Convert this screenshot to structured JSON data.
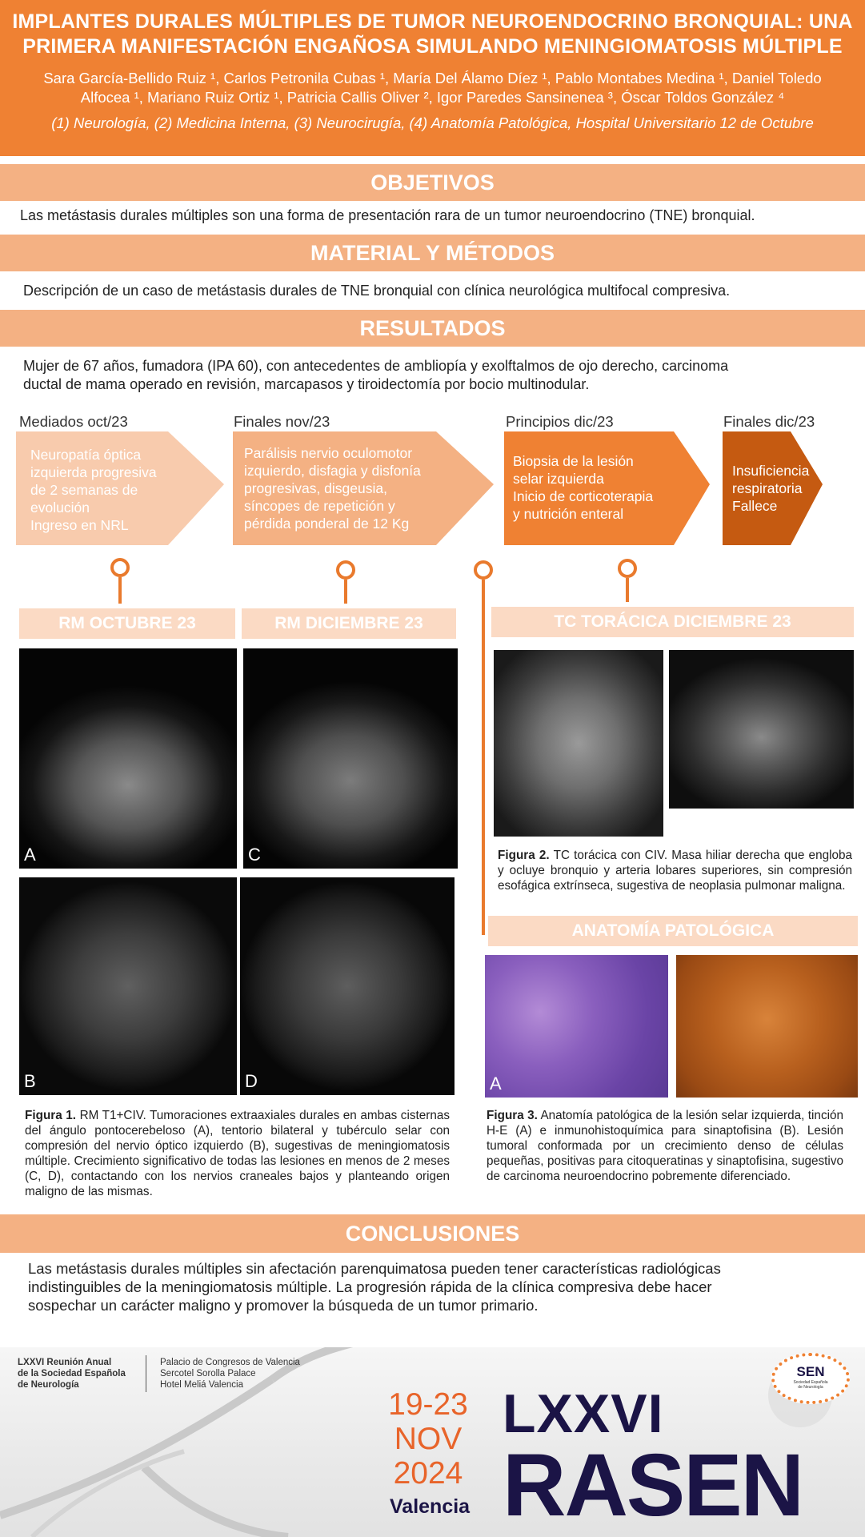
{
  "header": {
    "title_line1": "IMPLANTES DURALES MÚLTIPLES DE TUMOR NEUROENDOCRINO BRONQUIAL: UNA",
    "title_line2": "PRIMERA MANIFESTACIÓN ENGAÑOSA SIMULANDO MENINGIOMATOSIS MÚLTIPLE",
    "authors_line1": "Sara García-Bellido Ruiz ¹, Carlos Petronila Cubas ¹, María Del Álamo Díez ¹, Pablo Montabes Medina ¹, Daniel Toledo",
    "authors_line2": "Alfocea ¹, Mariano Ruiz Ortiz ¹, Patricia Callis Oliver ², Igor Paredes Sansinenea ³, Óscar Toldos González ⁴",
    "affiliations": "(1)  Neurología, (2) Medicina Interna, (3) Neurocirugía, (4) Anatomía Patológica, Hospital Universitario 12 de Octubre"
  },
  "objetivos": {
    "heading": "OBJETIVOS",
    "text": "Las metástasis durales múltiples son una forma de presentación rara de un tumor neuroendocrino (TNE) bronquial."
  },
  "metodos": {
    "heading": "MATERIAL Y MÉTODOS",
    "text": "Descripción de un caso de metástasis durales de TNE bronquial con clínica neurológica multifocal compresiva."
  },
  "resultados": {
    "heading": "RESULTADOS",
    "text_line1": "Mujer de 67 años, fumadora (IPA 60), con antecedentes de ambliopía y exolftalmos de ojo derecho, carcinoma",
    "text_line2": "ductal de mama operado en revisión, marcapasos y tiroidectomía por bocio multinodular."
  },
  "timeline": [
    {
      "date": "Mediados oct/23",
      "lines": [
        "Neuropatía óptica",
        "izquierda progresiva",
        "de 2 semanas de",
        "evolución",
        "Ingreso en NRL"
      ],
      "color": "#f8cbad"
    },
    {
      "date": "Finales nov/23",
      "lines": [
        "Parálisis nervio oculomotor",
        "izquierdo, disfagia y disfonía",
        "progresivas, disgeusia,",
        "síncopes de repetición y",
        "pérdida ponderal de 12 Kg"
      ],
      "color": "#f4b183"
    },
    {
      "date": "Principios dic/23",
      "lines": [
        "Biopsia de la lesión",
        "selar izquierda",
        "Inicio de corticoterapia",
        "y nutrición enteral"
      ],
      "color": "#ef8133"
    },
    {
      "date": "Finales dic/23",
      "lines": [
        "Insuficiencia",
        "respiratoria",
        "Fallece"
      ],
      "color": "#c55a11"
    }
  ],
  "figures": {
    "rm_oct_label": "RM OCTUBRE 23",
    "rm_dic_label": "RM DICIEMBRE 23",
    "tc_label": "TC TORÁCICA DICIEMBRE 23",
    "ap_label": "ANATOMÍA PATOLÓGICA",
    "letters": {
      "a": "A",
      "b": "B",
      "c": "C",
      "d": "D",
      "ap_a": "A"
    },
    "fig1_bold": "Figura 1.",
    "fig1_text": " RM T1+CIV. Tumoraciones extraaxiales durales en ambas cisternas del ángulo pontocerebeloso (A), tentorio bilateral y tubérculo selar con compresión del nervio óptico izquierdo (B), sugestivas de meningiomatosis múltiple. Crecimiento significativo de todas las lesiones en menos de 2 meses (C, D), contactando con los nervios craneales bajos y planteando origen maligno de las mismas.",
    "fig2_bold": "Figura 2.",
    "fig2_text": " TC torácica con CIV. Masa hiliar derecha que engloba y ocluye bronquio y arteria lobares superiores, sin compresión esofágica extrínseca, sugestiva de neoplasia pulmonar maligna.",
    "fig3_bold": "Figura 3.",
    "fig3_text": " Anatomía patológica de la lesión selar izquierda, tinción H-E (A) e inmunohistoquímica para sinaptofisina (B). Lesión tumoral conformada por un crecimiento denso de células pequeñas, positivas para citoqueratinas y sinaptofisina, sugestivo de carcinoma neuroendocrino pobremente diferenciado."
  },
  "conclusiones": {
    "heading": "CONCLUSIONES",
    "line1": "Las metástasis durales múltiples sin afectación parenquimatosa pueden tener características radiológicas",
    "line2": "indistinguibles de la meningiomatosis múltiple. La progresión rápida de la clínica compresiva debe hacer",
    "line3": "sospechar un carácter maligno y promover la búsqueda de un tumor primario."
  },
  "footer": {
    "meeting_line1": "LXXVI Reunión Anual",
    "meeting_line2": "de la Sociedad Española",
    "meeting_line3": "de Neurología",
    "venue1": "Palacio de Congresos de Valencia",
    "venue2": "Sercotel Sorolla Palace",
    "venue3": "Hotel Meliá Valencia",
    "dates1": "19-23",
    "dates2": "NOV",
    "dates3": "2024",
    "city": "Valencia",
    "big1": "LXXVI",
    "big2": "RASEN",
    "logo": "SEN",
    "logo_sub1": "Sociedad Española",
    "logo_sub2": "de Neurología"
  },
  "colors": {
    "orange": "#ef8133",
    "band": "#f4b183",
    "navy": "#1b1446",
    "dateorange": "#e8642a"
  }
}
